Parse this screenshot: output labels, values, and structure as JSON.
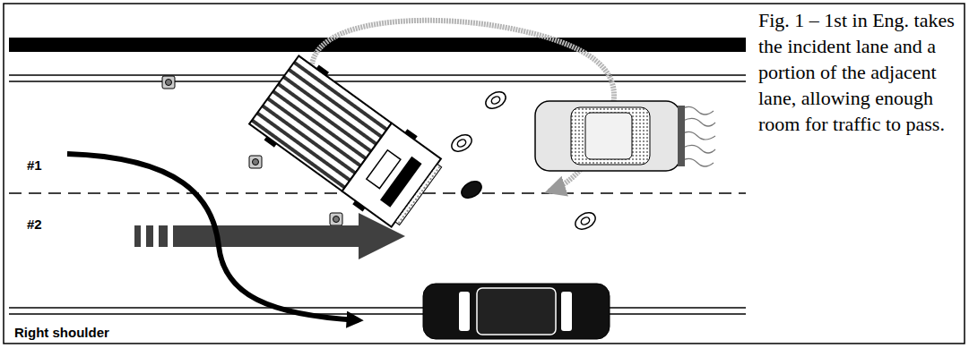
{
  "diagram": {
    "caption": "Fig. 1 – 1st in Eng. takes the incident lane and a portion of the adjacent lane, allowing enough room for traffic to pass.",
    "labels": [
      "#1",
      "#2",
      "Right shoulder"
    ]
  }
}
